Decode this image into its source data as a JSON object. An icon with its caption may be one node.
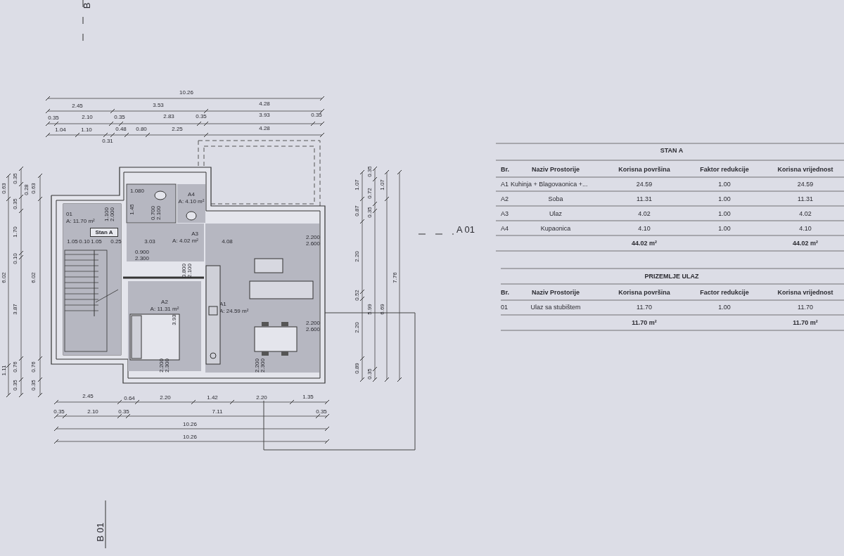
{
  "diagram": {
    "nodes": [
      {
        "text": [
          "01",
          "A: 11.70 m²"
        ]
      },
      {
        "text": [
          "Stan A"
        ],
        "in": 0
      },
      {
        "text": [
          "A4",
          "A: 4.10 m²"
        ]
      },
      {
        "text": [
          "A3",
          "A: 4.02 m²"
        ]
      },
      {
        "text": [
          "A2",
          "A: 11.31 m²"
        ]
      },
      {
        "text": [
          "A1",
          "A: 24.59 m²"
        ]
      }
    ],
    "edges": [],
    "labels": [
      "10.26",
      "2.45",
      "3.53",
      "4.28",
      "0.35",
      "2.10",
      "0.35",
      "2.83",
      "0.35",
      "3.93",
      "0.35",
      "1.04",
      "1.10",
      "0.48",
      "0.80",
      "2.25",
      "4.28",
      "0.31",
      "0.63",
      "6.02",
      "1.11",
      "0.35",
      "0.28",
      "0.35",
      "1.70",
      "0.10",
      "3.87",
      "0.76",
      "0.35",
      "0.63",
      "6.02",
      "0.76",
      "0.35",
      "0.35",
      "1.07",
      "0.72",
      "1.07",
      "0.87",
      "0.35",
      "2.20",
      "0.52",
      "5.99",
      "6.69",
      "7.76",
      "2.20",
      "0.89",
      "0.35",
      "2.45",
      "0.64",
      "2.20",
      "1.42",
      "2.20",
      "1.35",
      "0.35",
      "2.10",
      "0.35",
      "7.11",
      "0.35",
      "10.26",
      "10.26",
      "1.05",
      "0.10",
      "1.05",
      "0.25",
      "3.03",
      "4.08",
      "1.45",
      "3.93",
      "1.100",
      "2.000",
      "1.080",
      "0.700",
      "2.100",
      "0.900",
      "2.300",
      "0.800",
      "2.100",
      "2.200",
      "2.600",
      "2.200",
      "2.600",
      "2.200",
      "2.300",
      "2.200",
      "2.300",
      "B",
      "A 01",
      "B 01",
      "STAN A",
      "Br.",
      "Naziv Prostorije",
      "Korisna površina",
      "Faktor redukcije",
      "Korisna vrijednost",
      "A1",
      "Kuhinja + Blagovaonica +...",
      "24.59",
      "1.00",
      "24.59",
      "A2",
      "Soba",
      "11.31",
      "1.00",
      "11.31",
      "A3",
      "Ulaz",
      "4.02",
      "1.00",
      "4.02",
      "A4",
      "Kupaonica",
      "4.10",
      "1.00",
      "4.10",
      "44.02 m²",
      "44.02 m²",
      "PRIZEMLJE ULAZ",
      "Br.",
      "Naziv Prostorije",
      "Korisna površina",
      "Factor redukcije",
      "Korisna vrijednost",
      "01",
      "Ulaz sa stubištem",
      "11.70",
      "1.00",
      "11.70",
      "11.70 m²",
      "11.70 m²"
    ]
  }
}
